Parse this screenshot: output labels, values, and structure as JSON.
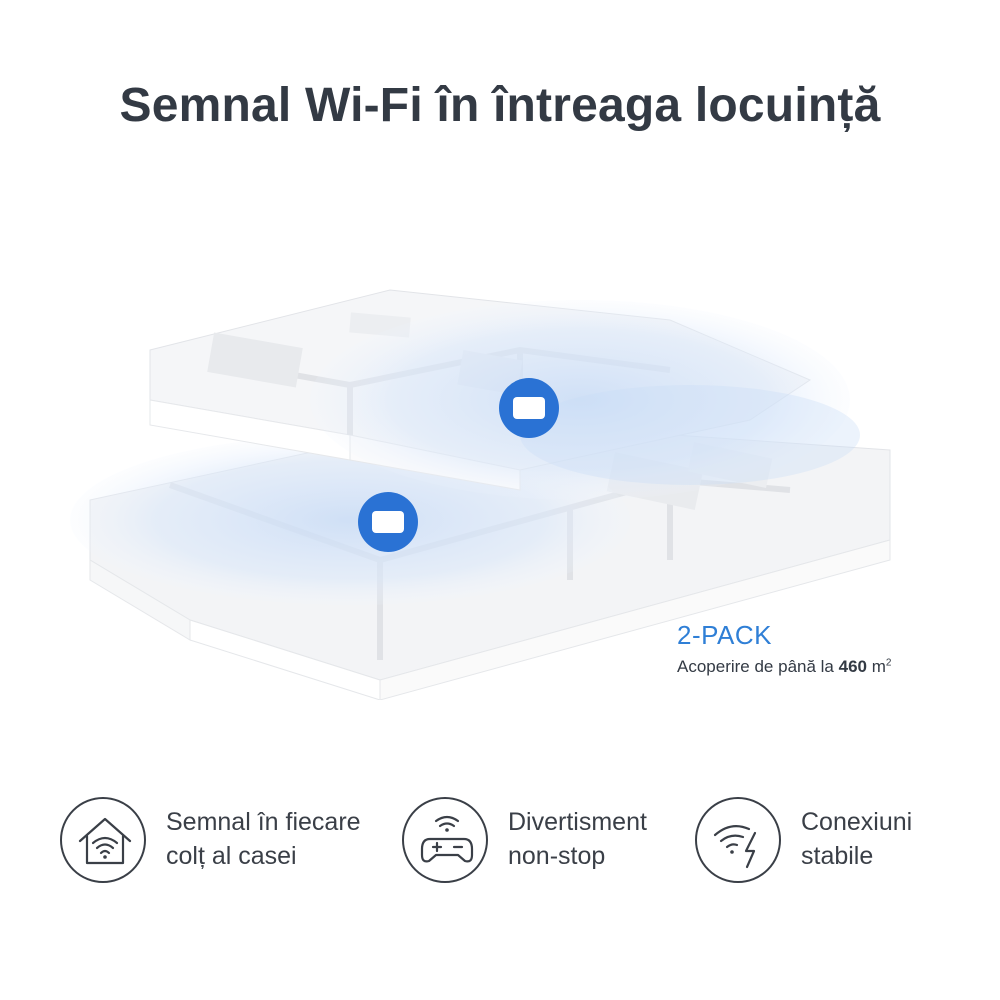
{
  "header": {
    "title": "Semnal Wi-Fi în întreaga locuință"
  },
  "illustration": {
    "device_count": 2,
    "signal_color": "#2a72d4",
    "coverage_color": "#c9dcf6"
  },
  "pack": {
    "title": "2-PACK",
    "desc_prefix": "Acoperire de până la",
    "desc_value": "460",
    "desc_unit": "m",
    "desc_sup": "2"
  },
  "features": [
    {
      "icon": "home-wifi-icon",
      "line1": "Semnal în fiecare",
      "line2": "colț al casei"
    },
    {
      "icon": "gamepad-wifi-icon",
      "line1": "Divertisment",
      "line2": "non-stop"
    },
    {
      "icon": "wifi-bolt-icon",
      "line1": "Conexiuni",
      "line2": "stabile"
    }
  ],
  "colors": {
    "title": "#333a44",
    "accent": "#2f7fd6",
    "icon_stroke": "#3a3f47"
  }
}
